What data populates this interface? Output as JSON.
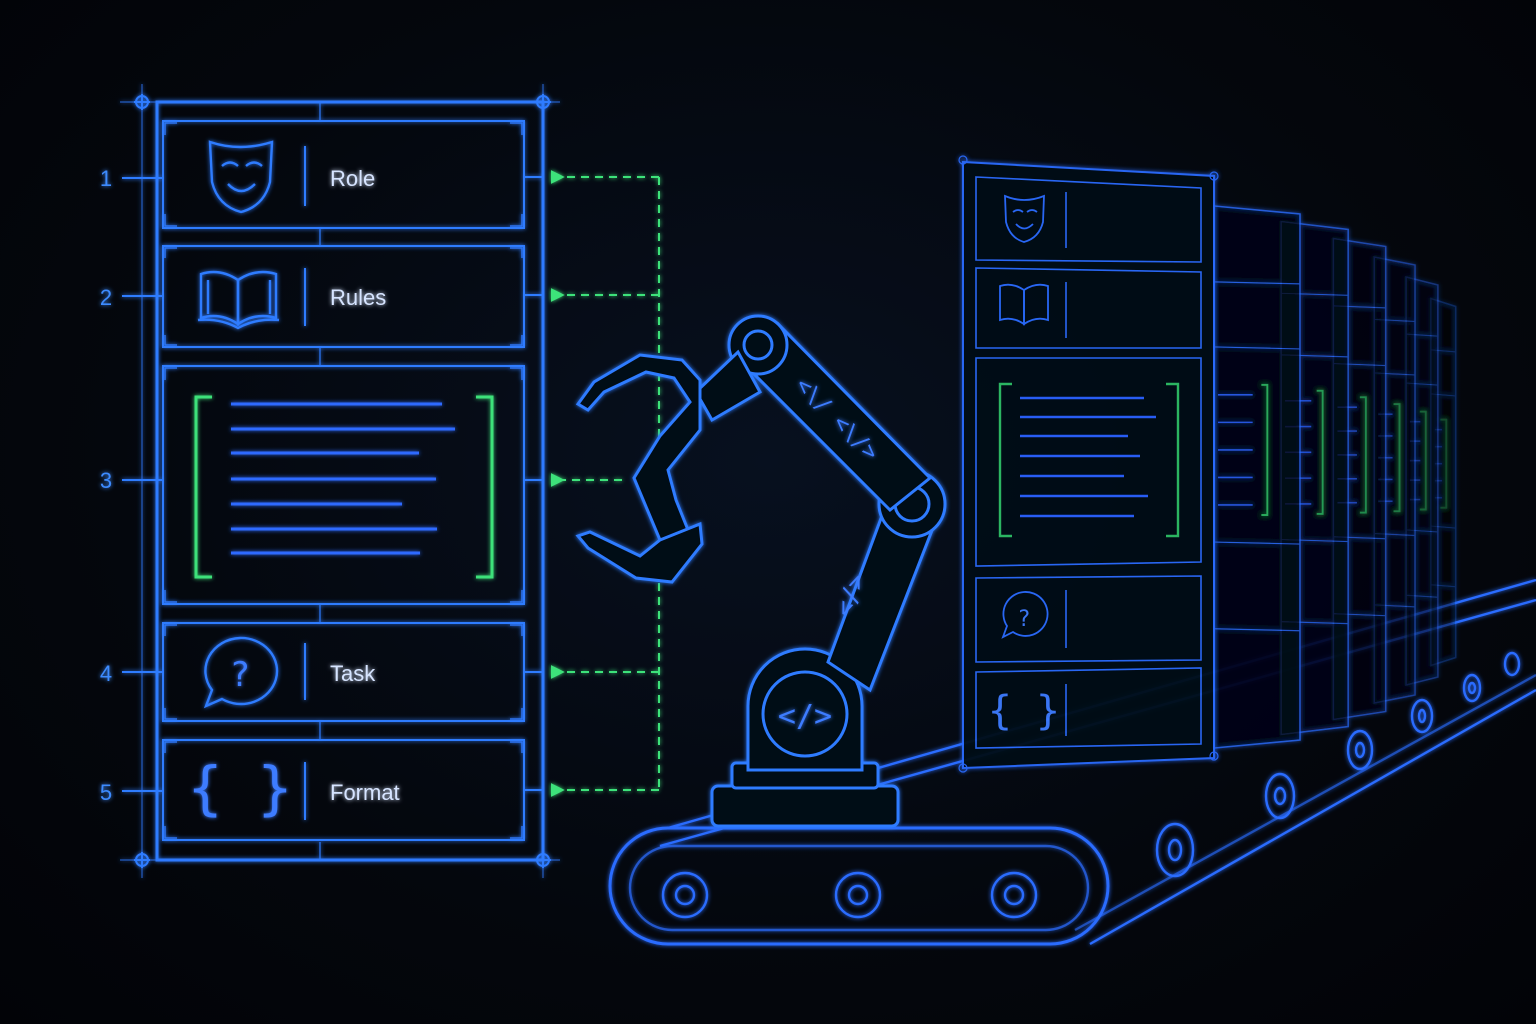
{
  "template": {
    "sections": [
      {
        "number": "1",
        "label": "Role",
        "icon": "theater-mask-icon"
      },
      {
        "number": "2",
        "label": "Rules",
        "icon": "open-book-icon"
      },
      {
        "number": "3",
        "label": "",
        "icon": "bracketed-text-lines-icon"
      },
      {
        "number": "4",
        "label": "Task",
        "icon": "question-speech-bubble-icon"
      },
      {
        "number": "5",
        "label": "Format",
        "icon": "curly-braces-icon"
      }
    ]
  },
  "robot": {
    "base_symbol": "</>",
    "arm_symbols_upper": "<\\/ <\\/>",
    "arm_symbols_lower": "</>"
  },
  "conveyor": {
    "cards": 7
  },
  "colors": {
    "background": "#04060b",
    "blueprint_blue": "#2f7bff",
    "glow_blue": "#1f5fff",
    "accent_green": "#3ee27a",
    "label_text": "#d6e4ff"
  }
}
